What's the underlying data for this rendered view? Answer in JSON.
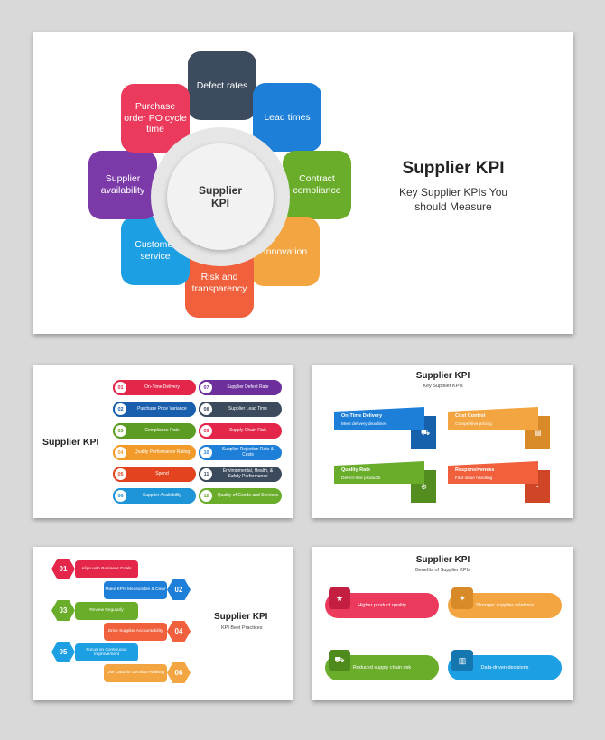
{
  "slide1": {
    "title": "Supplier KPI",
    "subtitle": "Key Supplier KPIs You should Measure",
    "center": "Supplier KPI",
    "petals": [
      {
        "label": "Defect rates",
        "color": "#3d4b5e"
      },
      {
        "label": "Lead times",
        "color": "#1e7fd9"
      },
      {
        "label": "Contract compliance",
        "color": "#6aad2b"
      },
      {
        "label": "Innovation",
        "color": "#f2a541"
      },
      {
        "label": "Risk and transparency",
        "color": "#f0603c"
      },
      {
        "label": "Customer service",
        "color": "#1d9fe3"
      },
      {
        "label": "Supplier availability",
        "color": "#7b3aa8"
      },
      {
        "label": "Purchase order PO cycle time",
        "color": "#ec3a5c"
      }
    ]
  },
  "slide2": {
    "title": "Supplier KPI",
    "items": [
      {
        "num": "01",
        "label": "On-Time Delivery",
        "color": "#e3264a"
      },
      {
        "num": "02",
        "label": "Purchase Price Variance",
        "color": "#1a5fae"
      },
      {
        "num": "03",
        "label": "Compliance Rate",
        "color": "#5c9c23"
      },
      {
        "num": "04",
        "label": "Quality Performance Rating",
        "color": "#f29a2a"
      },
      {
        "num": "05",
        "label": "Spend",
        "color": "#e3441f"
      },
      {
        "num": "06",
        "label": "Supplier Availability",
        "color": "#1e95d6"
      },
      {
        "num": "07",
        "label": "Supplier Defect Rate",
        "color": "#6d2f9c"
      },
      {
        "num": "08",
        "label": "Supplier Lead Time",
        "color": "#3b4a5c"
      },
      {
        "num": "09",
        "label": "Supply Chain Risk",
        "color": "#e3264a"
      },
      {
        "num": "10",
        "label": "Supplier Rejection Rate & Costs",
        "color": "#1e7fd9"
      },
      {
        "num": "11",
        "label": "Environmental, Health, & Safety Performance",
        "color": "#3b4a5c"
      },
      {
        "num": "12",
        "label": "Quality of Goods and Services",
        "color": "#6aad2b"
      }
    ]
  },
  "slide3": {
    "title": "Supplier KPI",
    "subtitle": "Key Supplier KPIs",
    "ribbons": [
      {
        "title": "On-Time Delivery",
        "desc": "Meet delivery deadlines",
        "color": "#1e7fd9",
        "dark": "#1660ac",
        "icon": "⛟"
      },
      {
        "title": "Cost Control",
        "desc": "Competitive pricing",
        "color": "#f2a541",
        "dark": "#d98a28",
        "icon": "▤"
      },
      {
        "title": "Quality Rate",
        "desc": "Defect-free products",
        "color": "#6aad2b",
        "dark": "#538c1f",
        "icon": "⚙"
      },
      {
        "title": "Responsiveness",
        "desc": "Fast issue handling",
        "color": "#f0603c",
        "dark": "#cf4626",
        "icon": "◔"
      }
    ]
  },
  "slide4": {
    "title": "Supplier KPI",
    "subtitle": "KPI Best Practices",
    "steps": [
      {
        "num": "01",
        "label": "Align with Business Goals",
        "color": "#e3264a"
      },
      {
        "num": "02",
        "label": "Make KPIs Measurable & Clear",
        "color": "#1e7fd9"
      },
      {
        "num": "03",
        "label": "Review Regularly",
        "color": "#6aad2b"
      },
      {
        "num": "04",
        "label": "Drive Supplier Accountability",
        "color": "#f0603c"
      },
      {
        "num": "05",
        "label": "Focus on Continuous Improvement",
        "color": "#1d9fe3"
      },
      {
        "num": "06",
        "label": "Use Data for Decision-Making",
        "color": "#f2a541"
      }
    ]
  },
  "slide5": {
    "title": "Supplier KPI",
    "subtitle": "Benefits of Supplier KPIs",
    "benefits": [
      {
        "label": "Higher product quality",
        "color": "#ec3a5c",
        "dark": "#c41f40",
        "icon": "★"
      },
      {
        "label": "Stronger supplier relations",
        "color": "#f2a541",
        "dark": "#d98a28",
        "icon": "✦"
      },
      {
        "label": "Reduced supply chain risk",
        "color": "#6aad2b",
        "dark": "#4f8a1c",
        "icon": "⛟"
      },
      {
        "label": "Data-driven decisions",
        "color": "#1d9fe3",
        "dark": "#1577b0",
        "icon": "▥"
      }
    ]
  }
}
